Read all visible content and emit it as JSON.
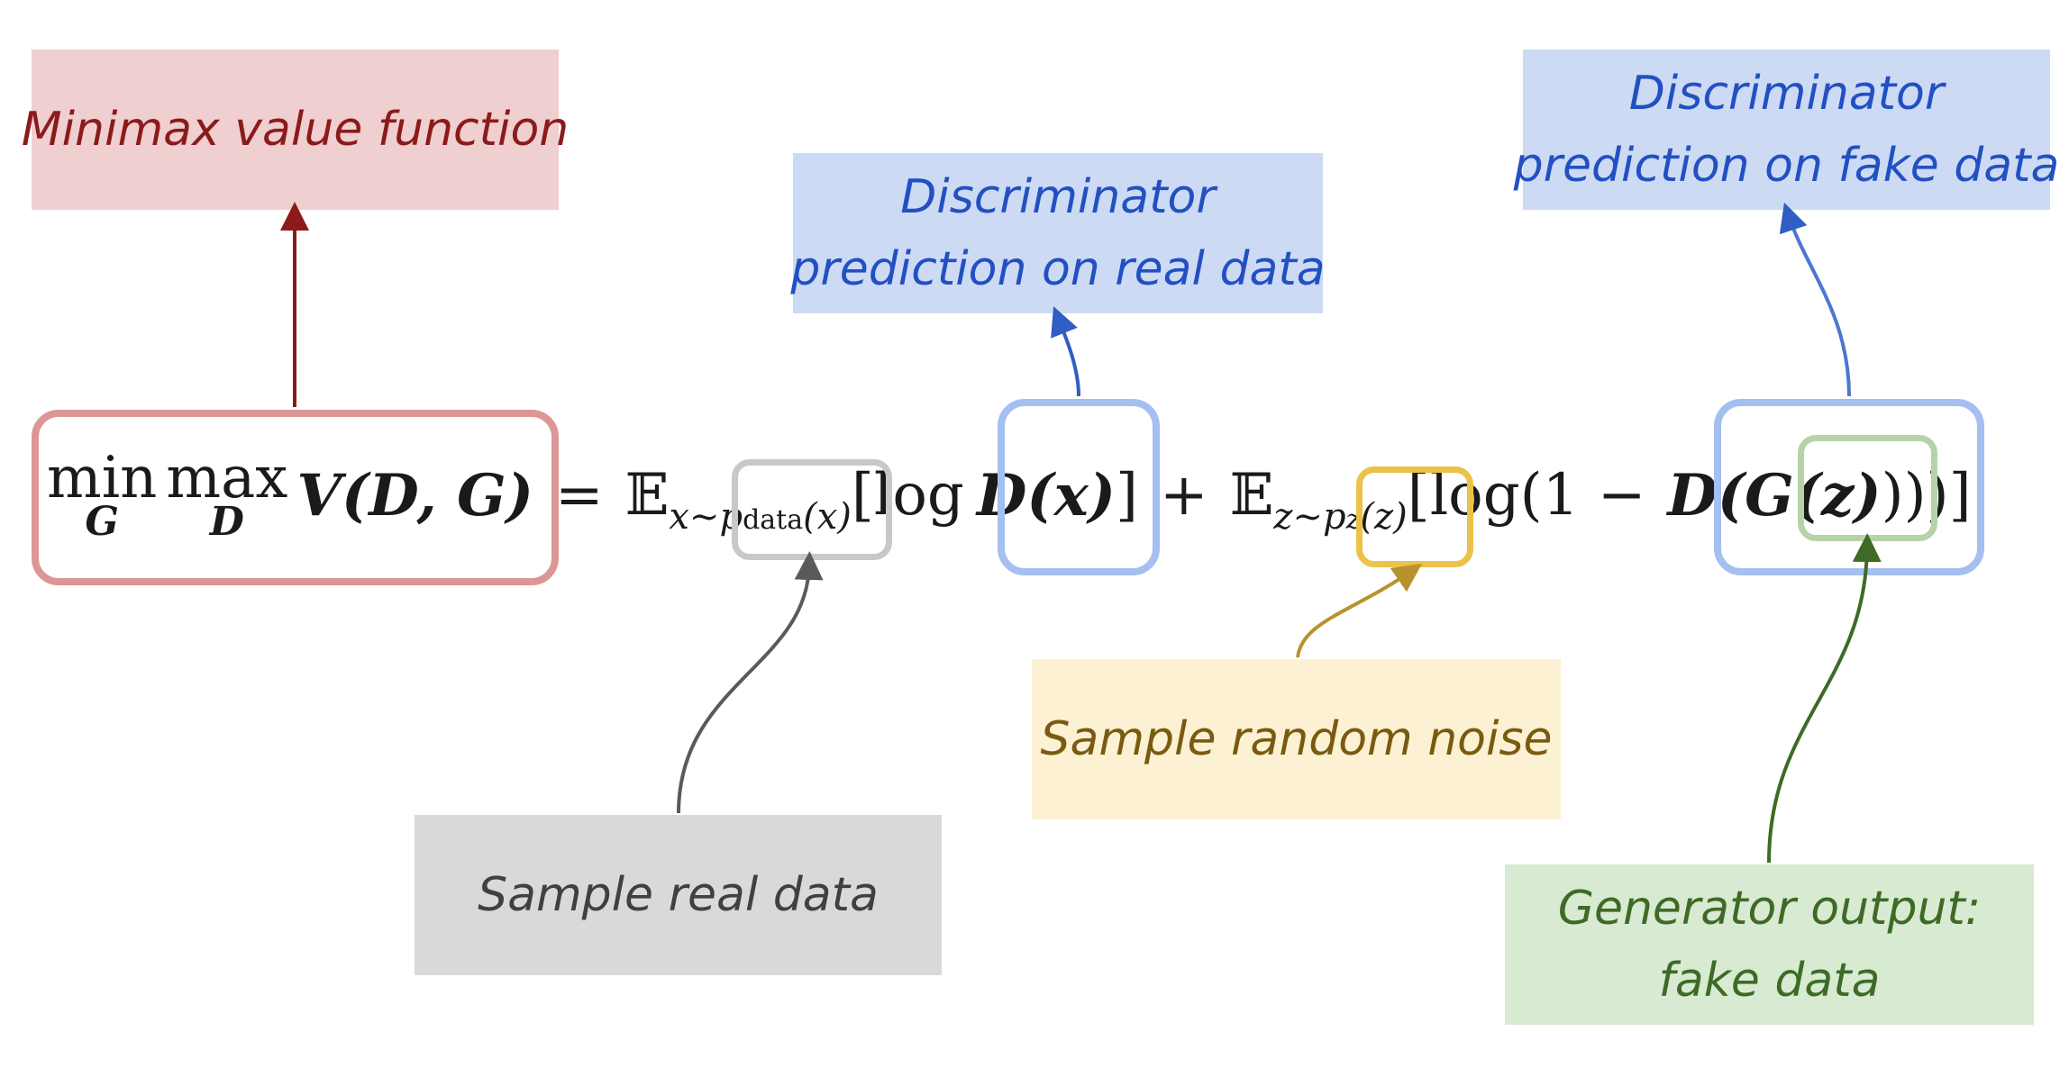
{
  "labels": {
    "minimax": "Minimax value function",
    "real_pred_line1": "Discriminator",
    "real_pred_line2": "prediction on real data",
    "fake_pred_line1": "Discriminator",
    "fake_pred_line2": "prediction on fake data",
    "sample_real": "Sample real data",
    "noise": "Sample random noise",
    "gen_out_line1": "Generator output:",
    "gen_out_line2": "fake data"
  },
  "formula": {
    "min": "min",
    "min_sub": "G",
    "max": "max",
    "max_sub": "D",
    "value": "V(D, G)",
    "equals": "=",
    "expect1": "𝔼",
    "expect1_sub": "x∼",
    "pdata": "p",
    "pdata_sub": "data",
    "pdata_arg": "(x)",
    "log_open": "[log",
    "dx": "D(x)",
    "close1": "]",
    "plus": "+",
    "expect2": "𝔼",
    "expect2_sub": "z∼",
    "pz": "p",
    "pz_sub": "z",
    "pz_arg": "(z)",
    "log2_open": "[log(1 −",
    "d_open": "D(",
    "gz": "G(z)",
    "close2": ")))]"
  },
  "colors": {
    "red": "#8c1a1a",
    "blue": "#2250c2",
    "gray": "#404040",
    "gold": "#7a5a10",
    "green": "#3d6b26"
  }
}
